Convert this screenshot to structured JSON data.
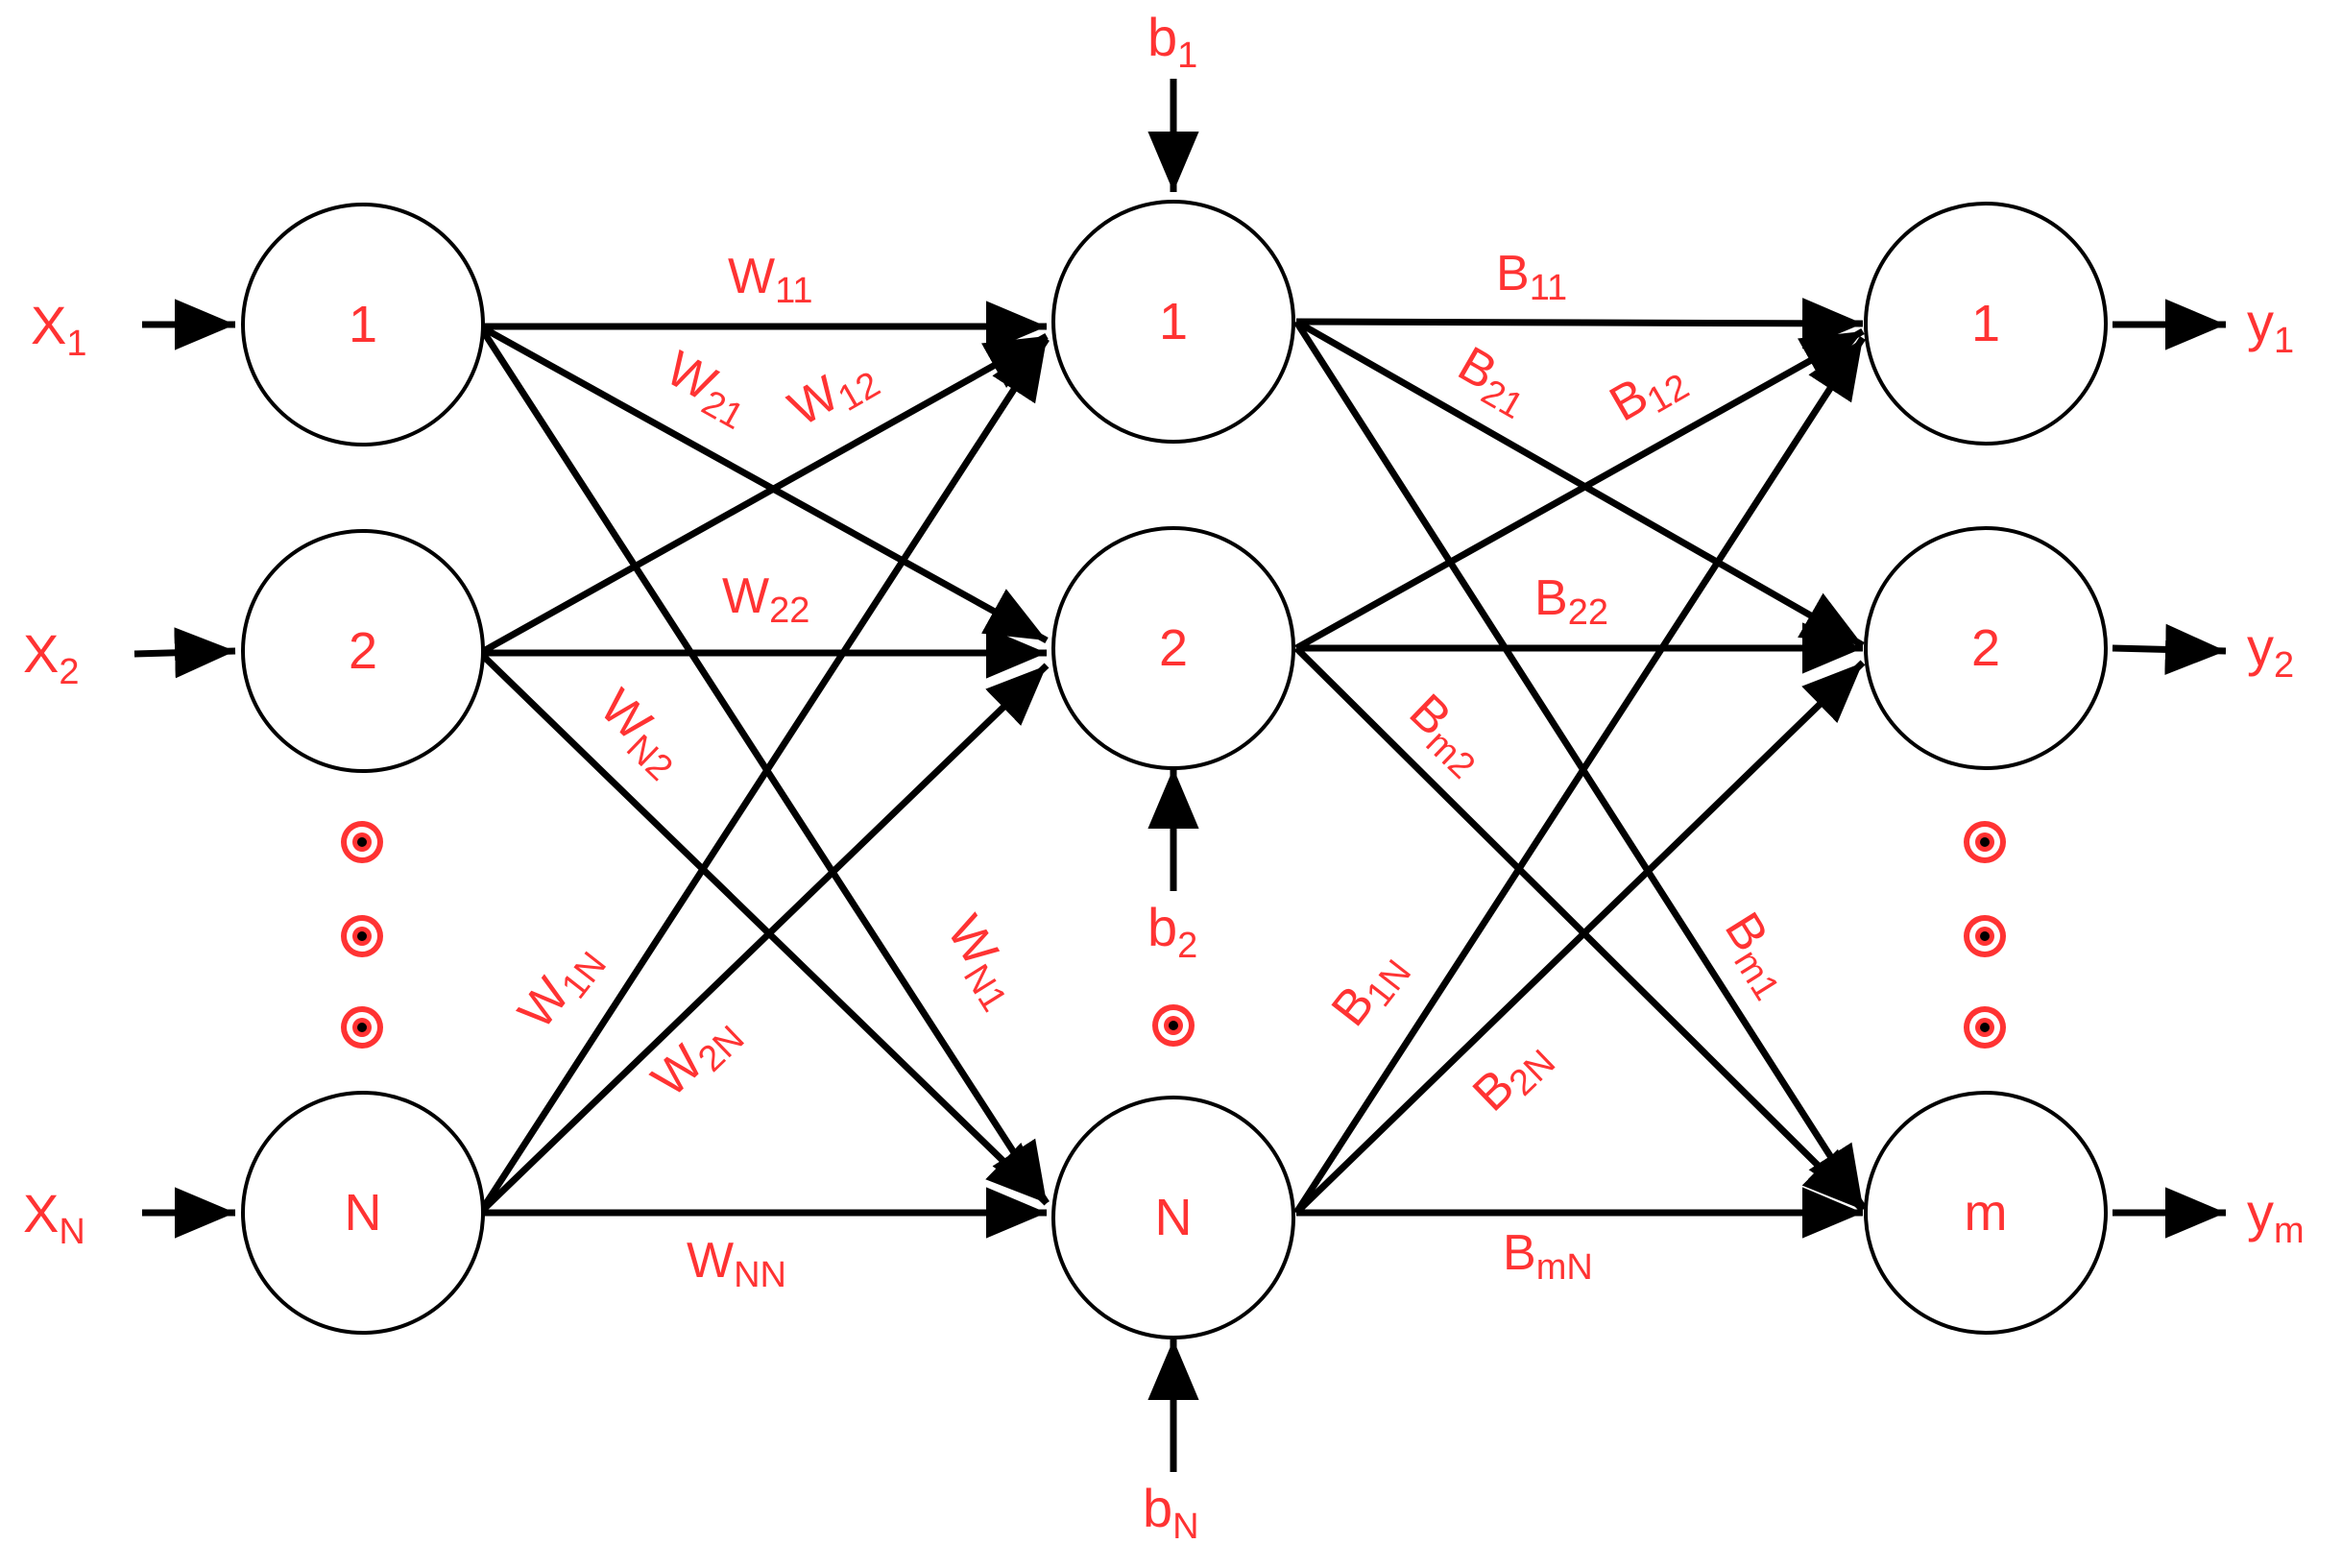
{
  "colors": {
    "label": "#ff3333",
    "line": "#000000",
    "node_fill": "#ffffff"
  },
  "layers": {
    "input": [
      "1",
      "2",
      "N"
    ],
    "hidden": [
      "1",
      "2",
      "N"
    ],
    "output": [
      "1",
      "2",
      "m"
    ]
  },
  "inputs": [
    {
      "base": "X",
      "sub": "1"
    },
    {
      "base": "X",
      "sub": "2"
    },
    {
      "base": "X",
      "sub": "N"
    }
  ],
  "biases": [
    {
      "base": "b",
      "sub": "1"
    },
    {
      "base": "b",
      "sub": "2"
    },
    {
      "base": "b",
      "sub": "N"
    }
  ],
  "outputs": [
    {
      "base": "y",
      "sub": "1"
    },
    {
      "base": "y",
      "sub": "2"
    },
    {
      "base": "y",
      "sub": "m"
    }
  ],
  "weights_in": {
    "w11": {
      "base": "W",
      "sub": "11"
    },
    "w21": {
      "base": "W",
      "sub": "21"
    },
    "w12": {
      "base": "W",
      "sub": "12"
    },
    "w22": {
      "base": "W",
      "sub": "22"
    },
    "wn2": {
      "base": "W",
      "sub": "N2"
    },
    "wn1": {
      "base": "W",
      "sub": "N1"
    },
    "w1n": {
      "base": "W",
      "sub": "1N"
    },
    "w2n": {
      "base": "W",
      "sub": "2N"
    },
    "wnn": {
      "base": "W",
      "sub": "NN"
    }
  },
  "weights_out": {
    "b11": {
      "base": "B",
      "sub": "11"
    },
    "b21": {
      "base": "B",
      "sub": "21"
    },
    "b12": {
      "base": "B",
      "sub": "12"
    },
    "b22": {
      "base": "B",
      "sub": "22"
    },
    "bm2": {
      "base": "B",
      "sub": "m2"
    },
    "bm1": {
      "base": "B",
      "sub": "m1"
    },
    "b1n": {
      "base": "B",
      "sub": "1N"
    },
    "b2n": {
      "base": "B",
      "sub": "2N"
    },
    "bmn": {
      "base": "B",
      "sub": "mN"
    }
  },
  "icons": {
    "ellipsis_dot": "target-dot-icon"
  }
}
